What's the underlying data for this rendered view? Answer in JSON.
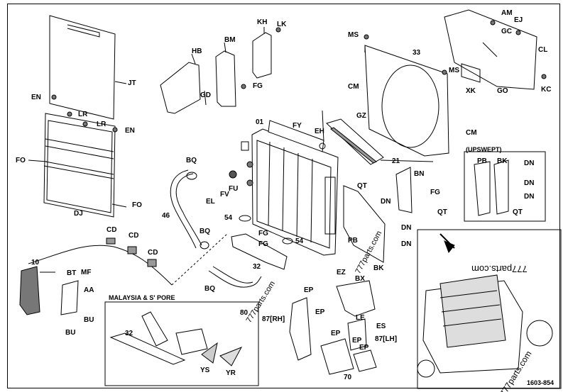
{
  "labels": {
    "JT": "JT",
    "EN": "EN",
    "LR": "LR",
    "FO": "FO",
    "DJ": "DJ",
    "HB": "HB",
    "BM": "BM",
    "KH": "KH",
    "LK": "LK",
    "GD": "GD",
    "FG": "FG",
    "p01": "01",
    "FY": "FY",
    "EH": "EH",
    "GZ": "GZ",
    "BQ": "BQ",
    "FU": "FU",
    "FV": "FV",
    "EL": "EL",
    "p46": "46",
    "p54": "54",
    "CD": "CD",
    "p10": "10",
    "BT": "BT",
    "MF": "MF",
    "AA": "AA",
    "BU": "BU",
    "p32": "32",
    "p80": "80",
    "RH87": "87[RH]",
    "LH87": "87[LH]",
    "p70": "70",
    "EP": "EP",
    "EZ": "EZ",
    "BX": "BX",
    "LE": "LE",
    "ES": "ES",
    "PB": "PB",
    "BK": "BK",
    "DN": "DN",
    "QT": "QT",
    "BN": "BN",
    "p21": "21",
    "MS": "MS",
    "p33": "33",
    "CM": "CM",
    "AM": "AM",
    "EJ": "EJ",
    "GC": "GC",
    "CL": "CL",
    "XK": "XK",
    "GO": "GO",
    "KC": "KC",
    "YS": "YS",
    "YR": "YR"
  },
  "insets": {
    "upswept": "(UPSWEPT)",
    "malaysia": "MALAYSIA & S' PORE"
  },
  "watermark": "777parts.com",
  "doc_id": "1603-854",
  "colors": {
    "ink": "#000000",
    "paper": "#ffffff",
    "shade": "#bdbdbd"
  }
}
